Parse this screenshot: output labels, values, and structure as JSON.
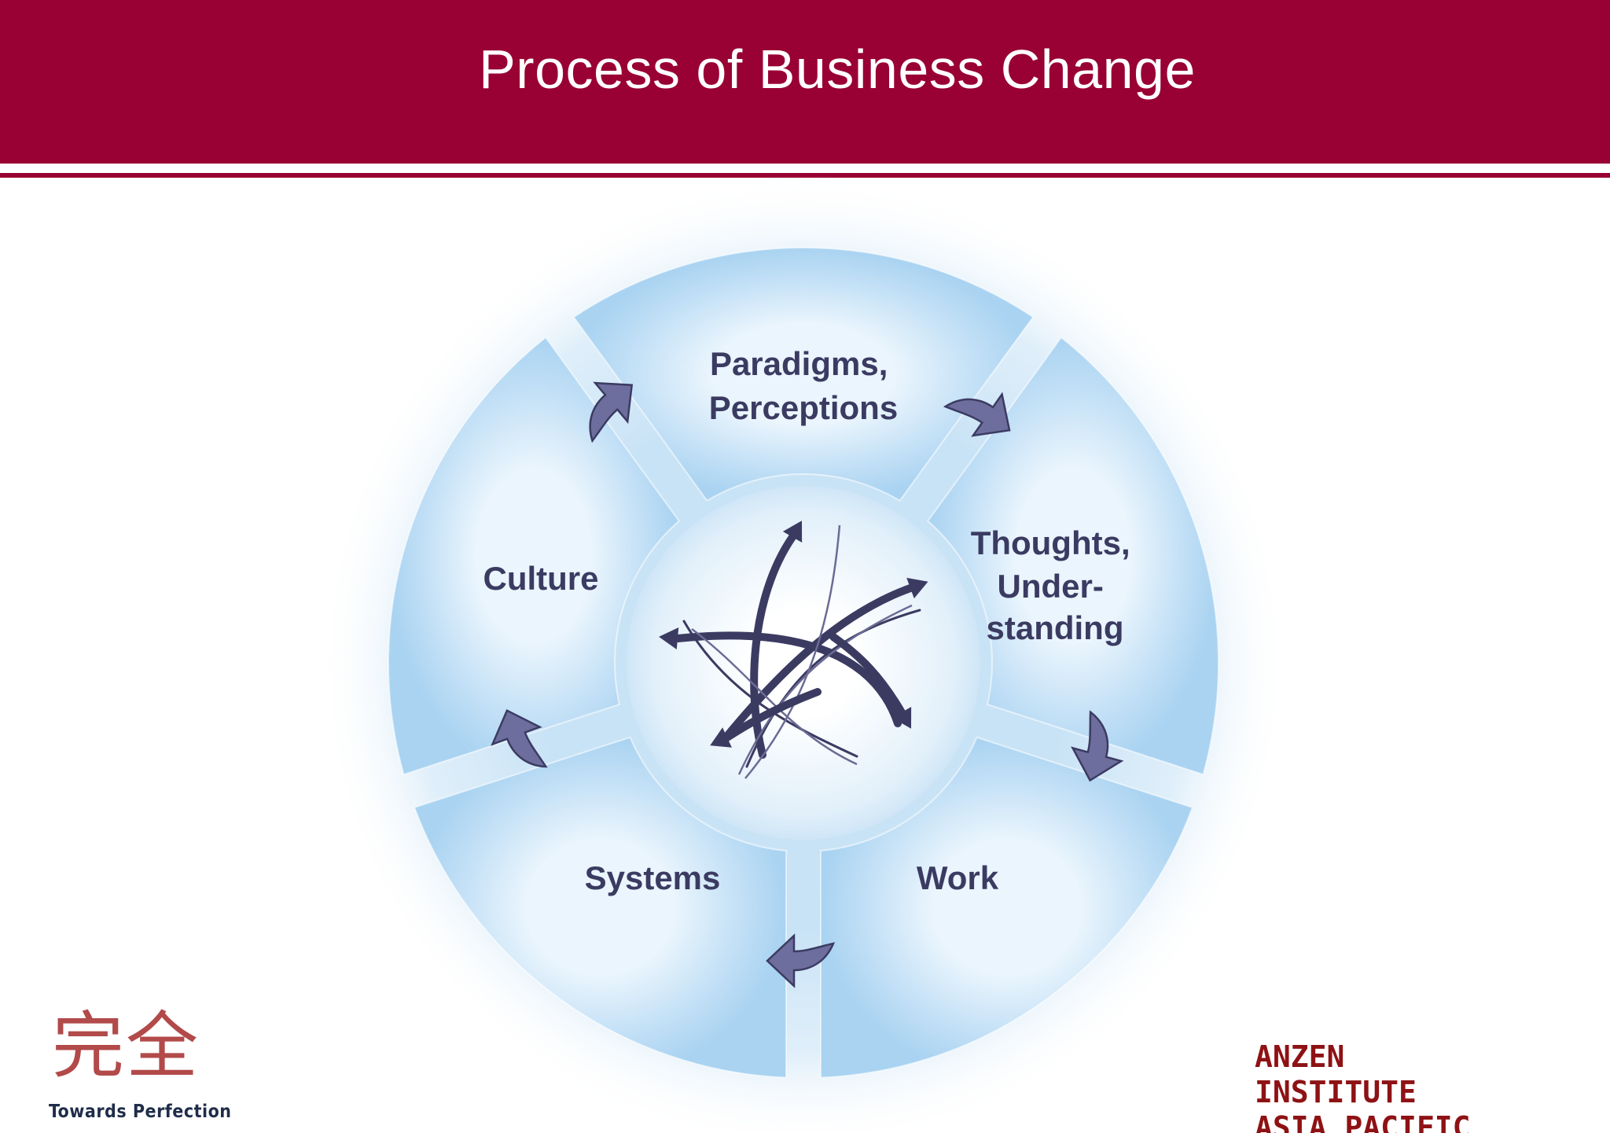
{
  "header": {
    "title": "Process of Business Change"
  },
  "diagram": {
    "segments": [
      {
        "lines": [
          "Paradigms,",
          "Perceptions"
        ]
      },
      {
        "lines": [
          "Thoughts,",
          "Under-",
          "standing"
        ]
      },
      {
        "lines": [
          "Work"
        ]
      },
      {
        "lines": [
          "Systems"
        ]
      },
      {
        "lines": [
          "Culture"
        ]
      }
    ]
  },
  "colors": {
    "header": "#990033",
    "segment_fill": "#bcdcf4",
    "arrow": "#6e6e9e",
    "label": "#3b3b62"
  },
  "logo": {
    "kanji": "完全",
    "tagline": "Towards Perfection"
  },
  "institute": {
    "lines": [
      "ANZEN",
      "INSTITUTE",
      "ASIA PACIFIC"
    ]
  }
}
